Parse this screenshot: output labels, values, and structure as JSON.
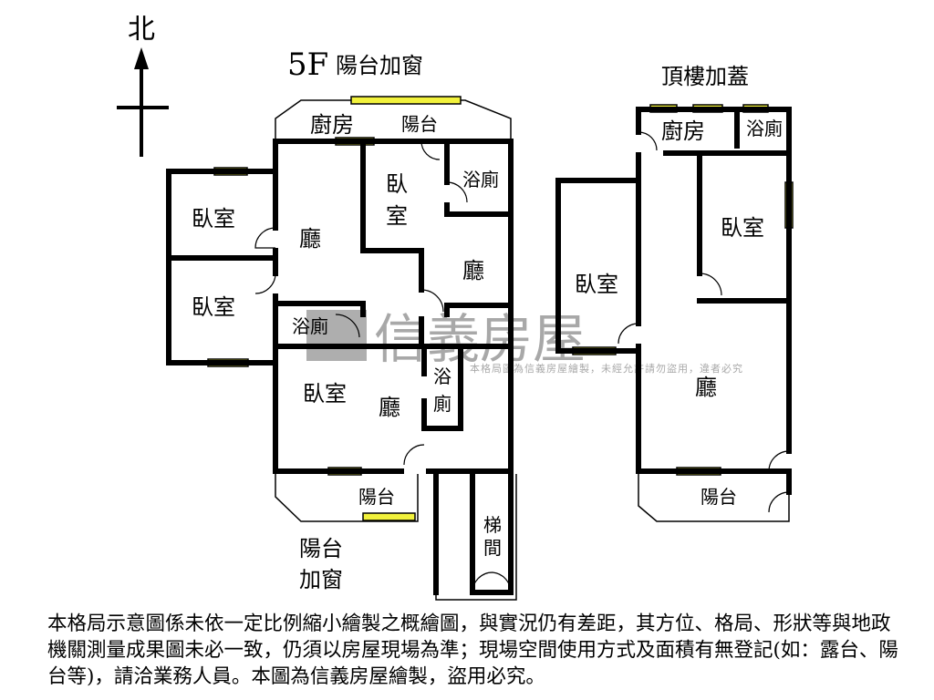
{
  "compass": {
    "north": "北"
  },
  "floor5": {
    "title": "5F",
    "top_balcony_window": "陽台加窗",
    "rooms": {
      "kitchen": "廚房",
      "balcony_top": "陽台",
      "bedroom_nw1": "臥室",
      "bedroom_nw2": "臥室",
      "living_left": "廳",
      "bedroom_center": "臥",
      "bedroom_center2": "室",
      "bath_ne": "浴廁",
      "living_right": "廳",
      "bath_mid": "浴廁",
      "bedroom_sw": "臥室",
      "living_bottom": "廳",
      "bath_small1": "浴",
      "bath_small2": "廁",
      "balcony_bottom": "陽台",
      "stair1": "梯",
      "stair2": "間"
    },
    "bottom_balcony_window1": "陽台",
    "bottom_balcony_window2": "加窗"
  },
  "rooftop": {
    "title": "頂樓加蓋",
    "rooms": {
      "kitchen": "廚房",
      "bath": "浴廁",
      "bedroom_right": "臥室",
      "bedroom_left": "臥室",
      "living": "廳",
      "balcony": "陽台"
    }
  },
  "watermark": {
    "brand": "信義房屋",
    "notice": "本格局圖為信義房屋繪製，未經允許請勿盜用，違者必究"
  },
  "disclaimer": "本格局示意圖係未依一定比例縮小繪製之概繪圖，與實況仍有差距，其方位、格局、形狀等與地政機關測量成果圖未必一致，仍須以房屋現場為準；現場空間使用方式及面積有無登記(如：露台、陽台等)，請洽業務人員。本圖為信義房屋繪製，盜用必究。",
  "colors": {
    "window": "#f2f23c",
    "wall": "#000000",
    "watermark": "#9a9a9a"
  }
}
